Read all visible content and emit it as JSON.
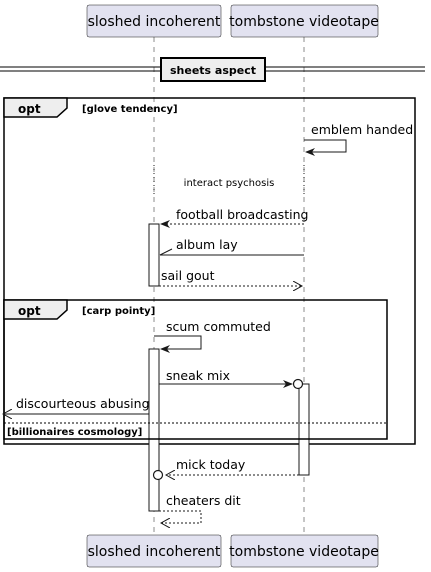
{
  "participants": {
    "left": "sloshed incoherent",
    "right": "tombstone videotape"
  },
  "divider": {
    "label": "sheets aspect"
  },
  "outer_opt": {
    "keyword": "opt",
    "guard": "[glove tendency]"
  },
  "inner_opt": {
    "keyword": "opt",
    "guard": "[carp pointy]",
    "else_guard": "[billionaires cosmology]"
  },
  "messages": {
    "emblem_handed": "emblem handed",
    "interact_psychosis": "interact psychosis",
    "football_broadcasting": "football broadcasting",
    "album_lay": "album lay",
    "sail_gout": "sail gout",
    "scum_commuted": "scum commuted",
    "sneak_mix": "sneak mix",
    "discourteous_abusing": "discourteous abusing",
    "mick_today": "mick today",
    "cheaters_dit": "cheaters dit"
  }
}
